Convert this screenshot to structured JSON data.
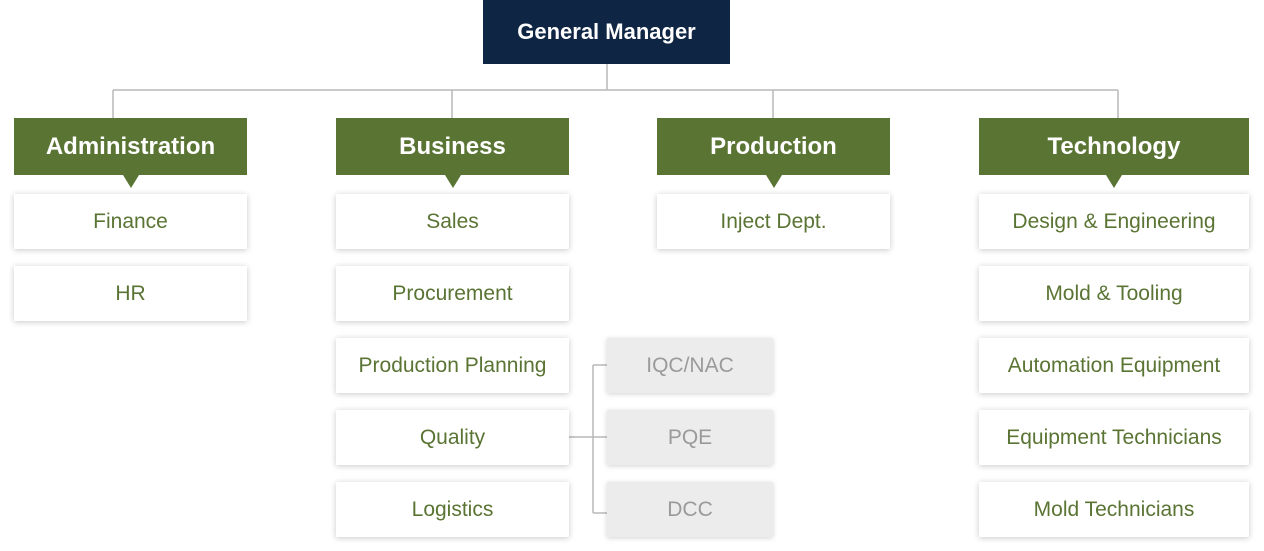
{
  "top": {
    "title": "General Manager"
  },
  "departments": [
    {
      "name": "Administration",
      "units": [
        "Finance",
        "HR"
      ]
    },
    {
      "name": "Business",
      "units": [
        "Sales",
        "Procurement",
        "Production Planning",
        "Quality",
        "Logistics"
      ]
    },
    {
      "name": "Production",
      "units": [
        "Inject Dept."
      ]
    },
    {
      "name": "Technology",
      "units": [
        "Design & Engineering",
        "Mold & Tooling",
        "Automation Equipment",
        "Equipment Technicians",
        "Mold Technicians"
      ]
    }
  ],
  "quality_subunits": [
    "IQC/NAC",
    "PQE",
    "DCC"
  ],
  "colors": {
    "top_bg": "#0f2544",
    "dept_bg": "#5a7434",
    "unit_text": "#5a7434",
    "sub_bg": "#ececec",
    "sub_text": "#9a9a9a",
    "connector": "#b8b8b8"
  }
}
